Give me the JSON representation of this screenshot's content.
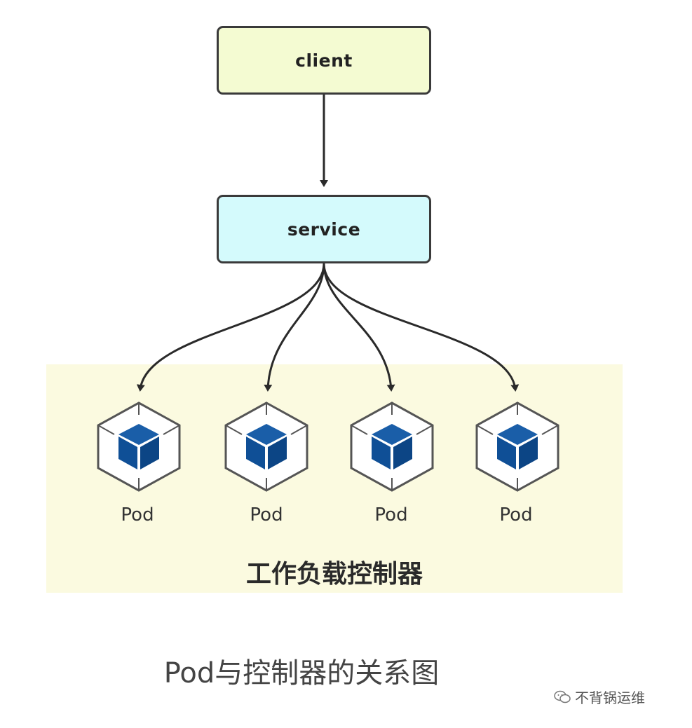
{
  "diagram": {
    "nodes": {
      "client": "client",
      "service": "service"
    },
    "pods": [
      {
        "label": "Pod"
      },
      {
        "label": "Pod"
      },
      {
        "label": "Pod"
      },
      {
        "label": "Pod"
      }
    ],
    "group_label": "工作负载控制器",
    "caption": "Pod与控制器的关系图",
    "watermark": "不背锅运维"
  },
  "colors": {
    "client_fill": "#f4fbd2",
    "service_fill": "#d4fafc",
    "group_fill": "#fbfae0",
    "cube_blue": "#0f4f96",
    "edge": "#2a2a2a"
  },
  "icons": {
    "pod": "cube-icon",
    "watermark": "wechat-icon"
  }
}
